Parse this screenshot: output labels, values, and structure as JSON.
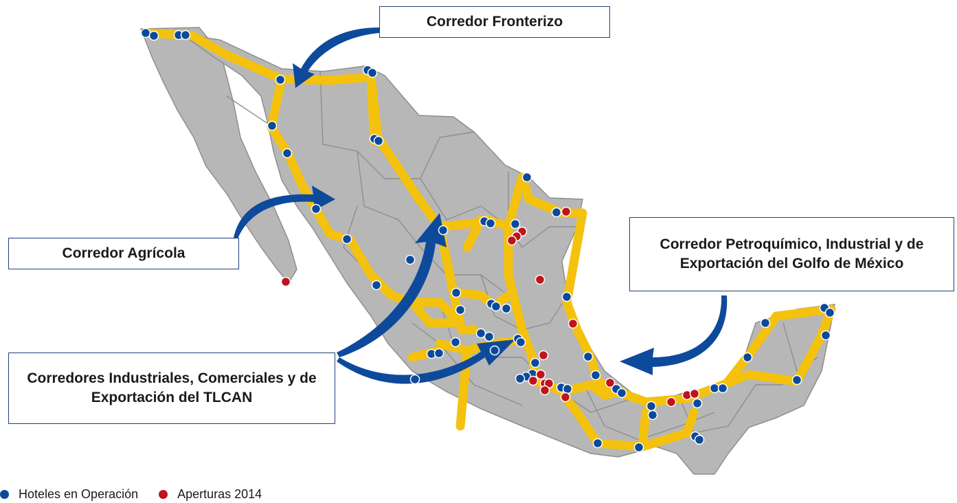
{
  "callouts": {
    "fronterizo": "Corredor Fronterizo",
    "agricola": "Corredor Agrícola",
    "golfo": "Corredor Petroquímico, Industrial y de Exportación del Golfo de México",
    "tlcan": "Corredores Industriales, Comerciales y de Exportación del TLCAN"
  },
  "legend": {
    "operacion": {
      "label": "Hoteles en Operación",
      "color": "#0b4a9b"
    },
    "aperturas": {
      "label": "Aperturas 2014",
      "color": "#c0141d"
    }
  },
  "colors": {
    "land": "#b7b7b7",
    "border": "#8e8e8e",
    "corridor": "#f4c20d",
    "arrow": "#0e4a9c"
  }
}
